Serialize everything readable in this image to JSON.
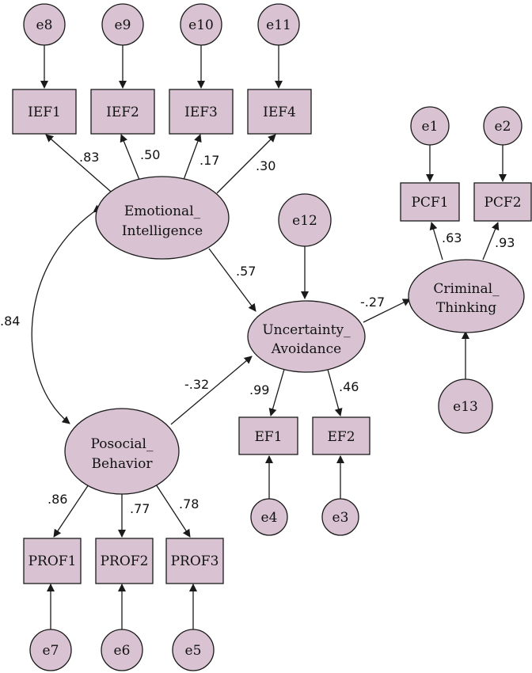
{
  "colors": {
    "node_fill": "#d9c3d2",
    "stroke": "#1a1a1a"
  },
  "latent": {
    "ei": [
      "Emotional_",
      "Intelligence"
    ],
    "ua": [
      "Uncertainty_",
      "Avoidance"
    ],
    "ct": [
      "Criminal_",
      "Thinking"
    ],
    "pb": [
      "Posocial_",
      "Behavior"
    ]
  },
  "observed": {
    "ief1": "IEF1",
    "ief2": "IEF2",
    "ief3": "IEF3",
    "ief4": "IEF4",
    "pcf1": "PCF1",
    "pcf2": "PCF2",
    "ef1": "EF1",
    "ef2": "EF2",
    "prof1": "PROF1",
    "prof2": "PROF2",
    "prof3": "PROF3"
  },
  "errors": {
    "e1": "e1",
    "e2": "e2",
    "e3": "e3",
    "e4": "e4",
    "e5": "e5",
    "e6": "e6",
    "e7": "e7",
    "e8": "e8",
    "e9": "e9",
    "e10": "e10",
    "e11": "e11",
    "e12": "e12",
    "e13": "e13"
  },
  "coefficients": {
    "ief1": ".83",
    "ief2": ".50",
    "ief3": ".17",
    "ief4": ".30",
    "ei_ua": ".57",
    "pb_ua": "-.32",
    "ua_ct": "-.27",
    "ei_pb": ".84",
    "pcf1": ".63",
    "pcf2": ".93",
    "ef1": ".99",
    "ef2": ".46",
    "prof1": ".86",
    "prof2": ".77",
    "prof3": ".78"
  }
}
